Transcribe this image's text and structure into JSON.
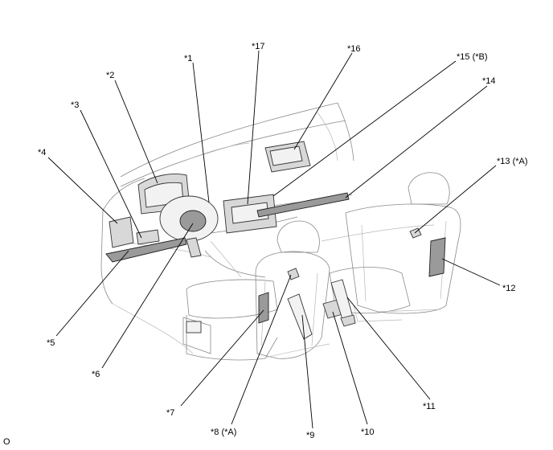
{
  "figure": {
    "callouts": {
      "c1": "*1",
      "c2": "*2",
      "c3": "*3",
      "c4": "*4",
      "c5": "*5",
      "c6": "*6",
      "c7": "*7",
      "c8": "*8 (*A)",
      "c9": "*9",
      "c10": "*10",
      "c11": "*11",
      "c12": "*12",
      "c13": "*13 (*A)",
      "c14": "*14",
      "c15": "*15 (*B)",
      "c16": "*16",
      "c17": "*17"
    },
    "page_mark": "O"
  }
}
